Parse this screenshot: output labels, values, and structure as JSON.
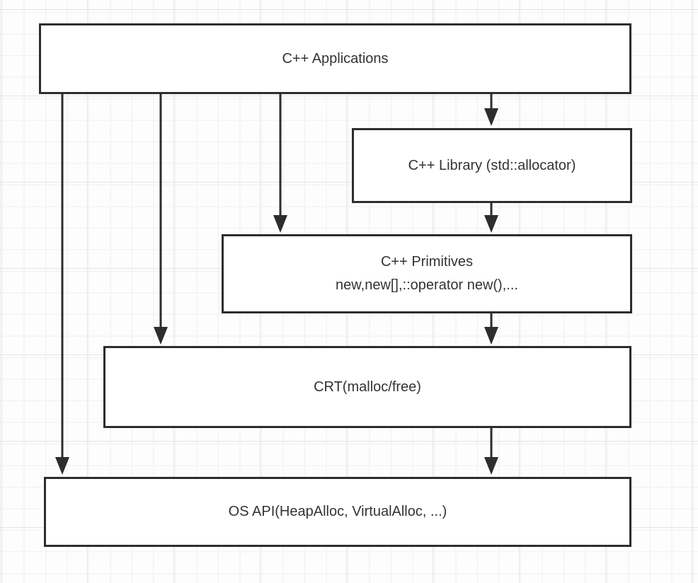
{
  "diagram": {
    "type": "flowchart",
    "nodes": {
      "applications": {
        "label": "C++ Applications"
      },
      "library": {
        "label": "C++ Library (std::allocator)"
      },
      "primitives": {
        "label": "C++ Primitives\nnew,new[],::operator new(),..."
      },
      "crt": {
        "label": "CRT(malloc/free)"
      },
      "os_api": {
        "label": "OS API(HeapAlloc, VirtualAlloc, ...)"
      }
    },
    "edges": [
      {
        "from": "applications",
        "to": "os_api"
      },
      {
        "from": "applications",
        "to": "crt"
      },
      {
        "from": "applications",
        "to": "primitives"
      },
      {
        "from": "applications",
        "to": "library"
      },
      {
        "from": "library",
        "to": "primitives"
      },
      {
        "from": "primitives",
        "to": "crt"
      },
      {
        "from": "crt",
        "to": "os_api"
      }
    ],
    "colors": {
      "canvas_background": "#fdfdfd",
      "grid_minor": "#f0f0f0",
      "grid_major": "#e5e5e5",
      "node_fill": "#ffffff",
      "node_border": "#2d2d2d",
      "arrow": "#2d2d2d",
      "text": "#333333"
    }
  }
}
